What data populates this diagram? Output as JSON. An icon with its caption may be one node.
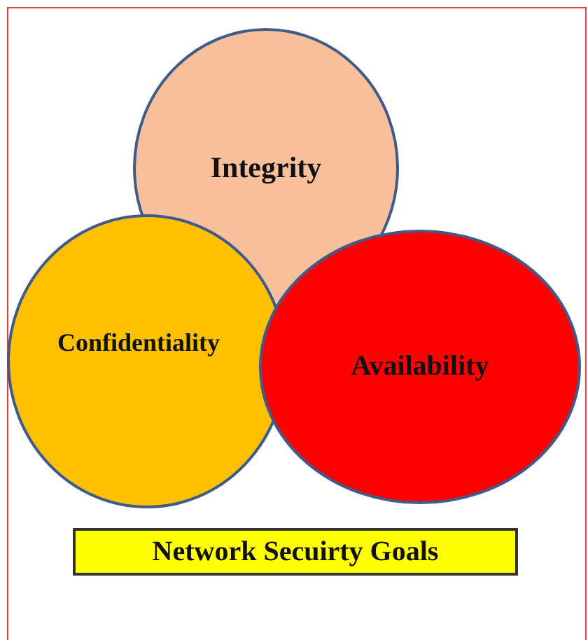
{
  "diagram": {
    "nodes": [
      {
        "text": [
          "Integrity"
        ]
      },
      {
        "text": [
          "Confidentiality"
        ]
      },
      {
        "text": [
          "Availability"
        ]
      },
      {
        "text": [
          "Network Secuirty Goals"
        ]
      }
    ]
  }
}
